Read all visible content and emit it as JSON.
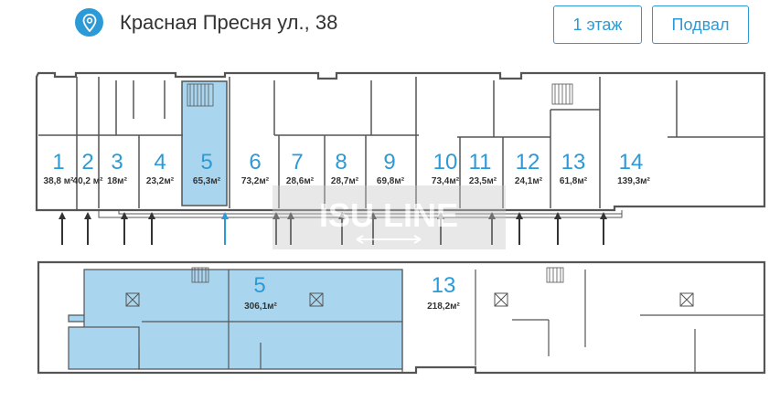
{
  "address": "Красная Пресня ул., 38",
  "floor_buttons": {
    "floor1": "1 этаж",
    "basement": "Подвал"
  },
  "icons": {
    "location": "map-pin-icon",
    "entrance": "entrance-arrow-icon",
    "stairs": "stairs-icon"
  },
  "colors": {
    "accent": "#2c9ad6",
    "highlight": "#a9d6ee",
    "wall": "#555555"
  },
  "watermark": "ISU LINE",
  "floor1": {
    "rooms": [
      {
        "num": "1",
        "area": "38,8 м²",
        "highlighted": false
      },
      {
        "num": "2",
        "area": "40,2 м²",
        "highlighted": false
      },
      {
        "num": "3",
        "area": "18м²",
        "highlighted": false
      },
      {
        "num": "4",
        "area": "23,2м²",
        "highlighted": false
      },
      {
        "num": "5",
        "area": "65,3м²",
        "highlighted": true
      },
      {
        "num": "6",
        "area": "73,2м²",
        "highlighted": false
      },
      {
        "num": "7",
        "area": "28,6м²",
        "highlighted": false
      },
      {
        "num": "8",
        "area": "28,7м²",
        "highlighted": false
      },
      {
        "num": "9",
        "area": "69,8м²",
        "highlighted": false
      },
      {
        "num": "10",
        "area": "73,4м²",
        "highlighted": false
      },
      {
        "num": "11",
        "area": "23,5м²",
        "highlighted": false
      },
      {
        "num": "12",
        "area": "24,1м²",
        "highlighted": false
      },
      {
        "num": "13",
        "area": "61,8м²",
        "highlighted": false
      },
      {
        "num": "14",
        "area": "139,3м²",
        "highlighted": false
      }
    ]
  },
  "basement": {
    "rooms": [
      {
        "num": "5",
        "area": "306,1м²",
        "highlighted": true
      },
      {
        "num": "13",
        "area": "218,2м²",
        "highlighted": false
      }
    ]
  }
}
